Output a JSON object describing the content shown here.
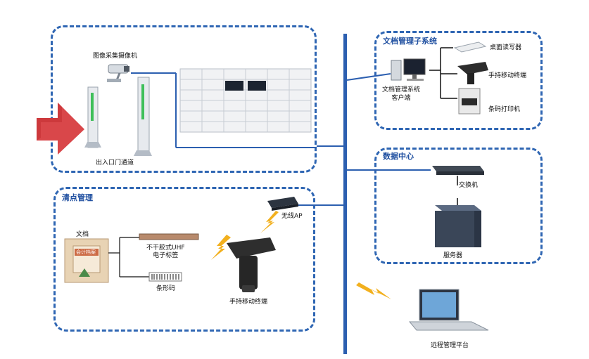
{
  "sections": {
    "archive_subsystem": "文档管理子系统",
    "data_center": "数据中心",
    "inventory": "清点管理"
  },
  "labels": {
    "camera": "图像采集摄像机",
    "gate": "出入口门通道",
    "desktop_reader": "桌面读写器",
    "handheld_1": "手持移动终端",
    "client": "文档管理系统\n客户端",
    "barcode_printer": "条码打印机",
    "switch": "交换机",
    "server": "服务器",
    "wireless_ap": "无线AP",
    "document": "文档",
    "uhf_tag": "不干胶式UHF\n电子标签",
    "barcode": "条形码",
    "handheld_2": "手持移动终端",
    "remote_platform": "远程管理平台",
    "folder_text": "会计档案"
  },
  "colors": {
    "border": "#2f66b3",
    "bus": "#2c5fb0",
    "arrow": "#d9474a",
    "lightning": "#f2b01e"
  }
}
